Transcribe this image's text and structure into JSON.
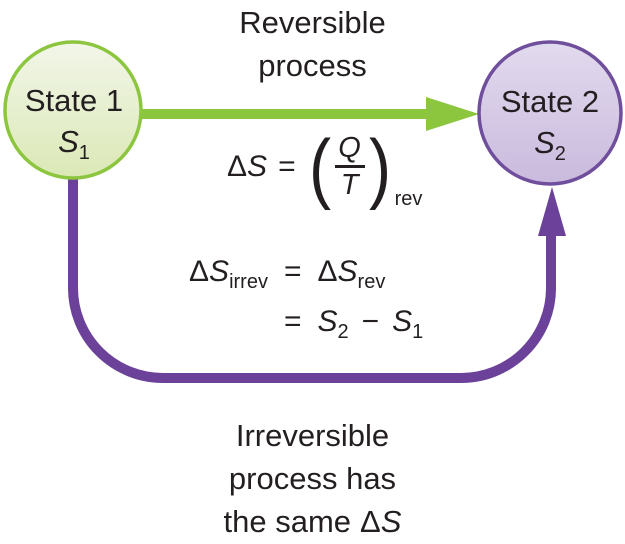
{
  "colors": {
    "green": "#8CC63F",
    "green_fill_top": "#F2F6EA",
    "green_fill_bottom": "#DBE8B5",
    "purple": "#6B4199",
    "purple_border": "#6F4E9C",
    "purple_fill_top": "#E2DAEE",
    "purple_fill_bottom": "#CABADD",
    "text": "#231F20"
  },
  "title": {
    "line1": "Reversible",
    "line2": "process"
  },
  "state1": {
    "name": "State 1",
    "symbol": "S",
    "sub": "1"
  },
  "state2": {
    "name": "State 2",
    "symbol": "S",
    "sub": "2"
  },
  "eq_reversible": {
    "delta": "Δ",
    "s": "S",
    "equals": "=",
    "open": "(",
    "num": "Q",
    "den": "T",
    "close": ")",
    "sub": "rev"
  },
  "eq_irreversible": {
    "delta1": "Δ",
    "s1": "S",
    "sub1": "irrev",
    "equals1": "=",
    "delta2": "Δ",
    "s2": "S",
    "sub2": "rev",
    "equals2": "=",
    "sA": "S",
    "subA": "2",
    "minus": "−",
    "sB": "S",
    "subB": "1"
  },
  "caption": {
    "line1": "Irreversible",
    "line2": "process has",
    "line3_prefix": "the same",
    "delta": "Δ",
    "s": "S"
  }
}
